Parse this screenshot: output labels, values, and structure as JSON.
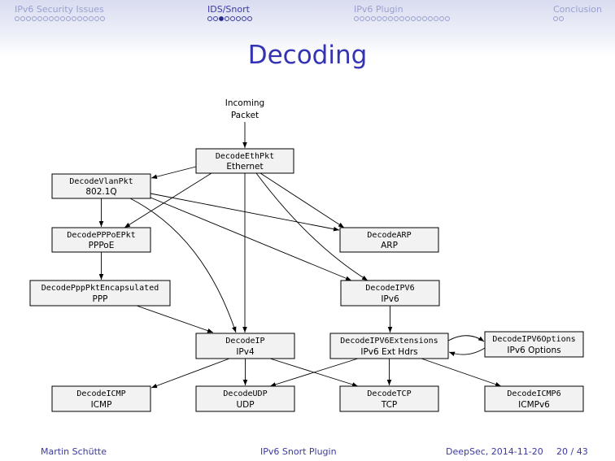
{
  "nav": {
    "sections": [
      {
        "label": "IPv6 Security Issues",
        "dots": 16,
        "current": -1
      },
      {
        "label": "IDS/Snort",
        "dots": 8,
        "current": 2
      },
      {
        "label": "IPv6 Plugin",
        "dots": 17,
        "current": -1
      },
      {
        "label": "Conclusion",
        "dots": 2,
        "current": -1
      }
    ]
  },
  "title": "Decoding",
  "diagram": {
    "entry": [
      "Incoming",
      "Packet"
    ],
    "nodes": {
      "eth": {
        "fn": "DecodeEthPkt",
        "label": "Ethernet"
      },
      "vlan": {
        "fn": "DecodeVlanPkt",
        "label": "802.1Q"
      },
      "pppoe": {
        "fn": "DecodePPPoEPkt",
        "label": "PPPoE"
      },
      "arp": {
        "fn": "DecodeARP",
        "label": "ARP"
      },
      "ppp": {
        "fn": "DecodePppPktEncapsulated",
        "label": "PPP"
      },
      "ipv6": {
        "fn": "DecodeIPV6",
        "label": "IPv6"
      },
      "ip": {
        "fn": "DecodeIP",
        "label": "IPv4"
      },
      "ext": {
        "fn": "DecodeIPV6Extensions",
        "label": "IPv6 Ext Hdrs"
      },
      "opts": {
        "fn": "DecodeIPV6Options",
        "label": "IPv6 Options"
      },
      "icmp": {
        "fn": "DecodeICMP",
        "label": "ICMP"
      },
      "udp": {
        "fn": "DecodeUDP",
        "label": "UDP"
      },
      "tcp": {
        "fn": "DecodeTCP",
        "label": "TCP"
      },
      "icmp6": {
        "fn": "DecodeICMP6",
        "label": "ICMPv6"
      }
    }
  },
  "footer": {
    "author": "Martin Schütte",
    "talk": "IPv6 Snort Plugin",
    "event": "DeepSec, 2014-11-20",
    "page": "20 / 43"
  }
}
